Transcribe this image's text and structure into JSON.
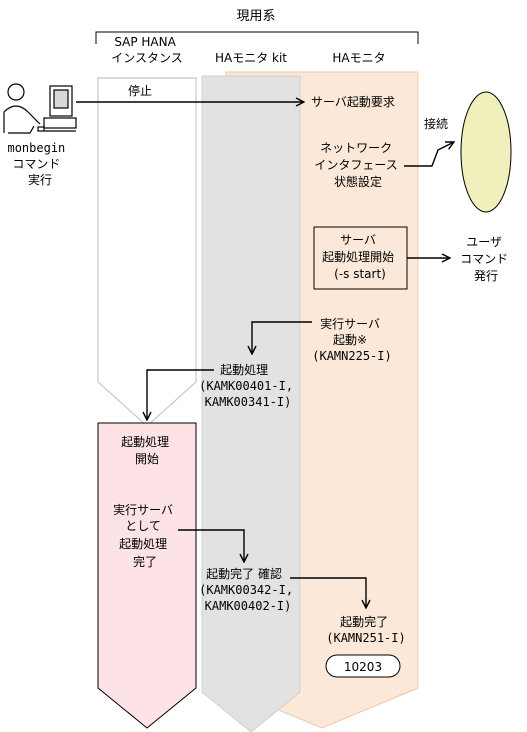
{
  "header": {
    "title": "現用系"
  },
  "columns": {
    "sap_hana": [
      "SAP HANA",
      "インスタンス"
    ],
    "ha_kit": "HAモニタ kit",
    "ha_monitor": "HAモニタ"
  },
  "user_station": {
    "label": [
      "monbegin",
      "コマンド",
      "実行"
    ]
  },
  "messages": {
    "stop": "停止",
    "server_start_request": "サーバ起動要求",
    "network_setup": [
      "ネットワーク",
      "インタフェース",
      "状態設定"
    ],
    "connect": "接続",
    "server_start_begin": [
      "サーバ",
      "起動処理開始",
      "(-s start)"
    ],
    "user_command": [
      "ユーザ",
      "コマンド",
      "発行"
    ],
    "exec_server_start": [
      "実行サーバ",
      "起動※",
      "(KAMN225-I)"
    ],
    "start_process": [
      "起動処理",
      "(KAMK00401-I,",
      "KAMK00341-I)"
    ],
    "start_begin": [
      "起動処理",
      "開始"
    ],
    "start_as_exec": [
      "実行サーバ",
      "として",
      "起動処理",
      "完了"
    ],
    "start_confirm": [
      "起動完了 確認",
      "(KAMK00342-I,",
      "KAMK00402-I)"
    ],
    "start_complete": [
      "起動完了",
      "(KAMN251-I)"
    ],
    "message_id": "10203"
  },
  "colors": {
    "ha_monitor_fill": "#fbe8d8",
    "ha_monitor_stroke": "#f0c8a8",
    "ha_kit_fill": "#e2e2e2",
    "ha_kit_stroke": "#cfcfcf",
    "sap_outline": "#c8c8c8",
    "sap_active_fill": "#fde2e6",
    "disk_fill": "#f0f0bc"
  }
}
